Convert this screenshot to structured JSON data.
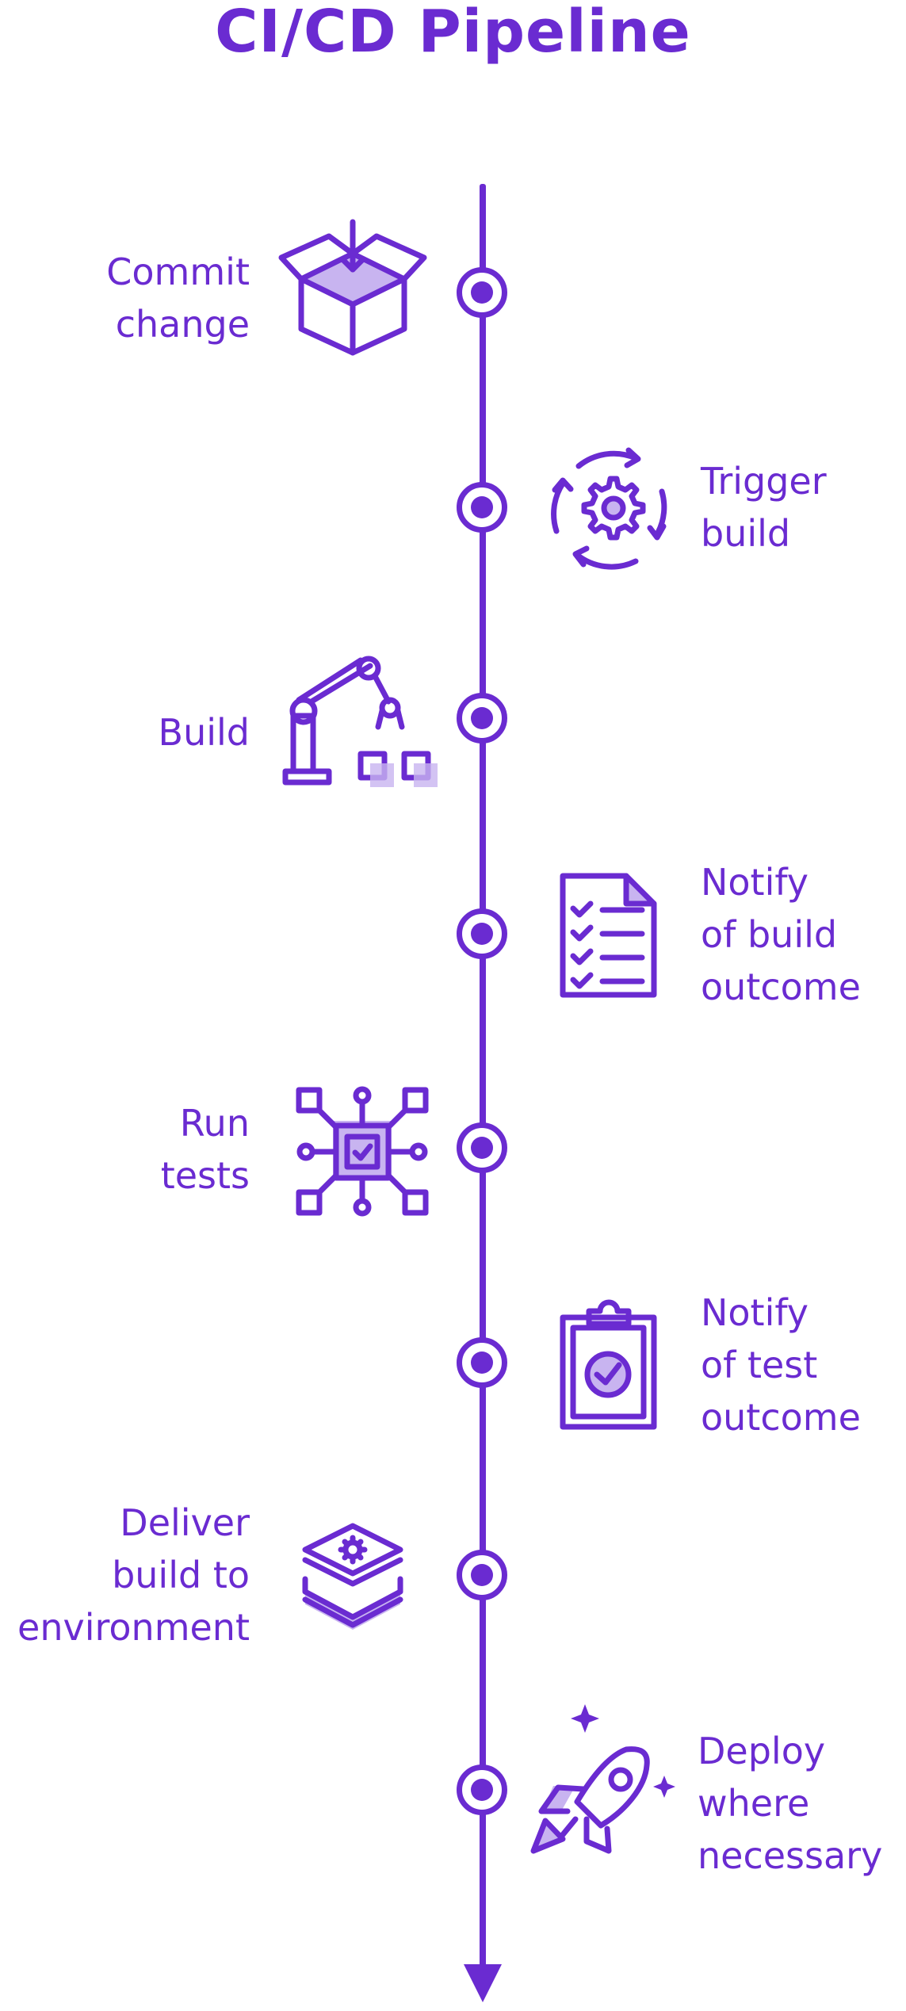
{
  "title": "CI/CD Pipeline",
  "colors": {
    "accent": "#6a2bd1",
    "accent_light": "#c8b4f0",
    "background": "#ffffff"
  },
  "steps": [
    {
      "label": "Commit\nchange",
      "side": "left",
      "icon": "package-box-icon"
    },
    {
      "label": "Trigger\nbuild",
      "side": "right",
      "icon": "gear-cycle-icon"
    },
    {
      "label": "Build",
      "side": "left",
      "icon": "robot-arm-icon"
    },
    {
      "label": "Notify\nof build\noutcome",
      "side": "right",
      "icon": "checklist-document-icon"
    },
    {
      "label": "Run\ntests",
      "side": "left",
      "icon": "chip-network-icon"
    },
    {
      "label": "Notify\nof test\noutcome",
      "side": "right",
      "icon": "clipboard-check-icon"
    },
    {
      "label": "Deliver\nbuild to\nenvironment",
      "side": "left",
      "icon": "stacked-layers-icon"
    },
    {
      "label": "Deploy\nwhere\nnecessary",
      "side": "right",
      "icon": "rocket-icon"
    }
  ]
}
